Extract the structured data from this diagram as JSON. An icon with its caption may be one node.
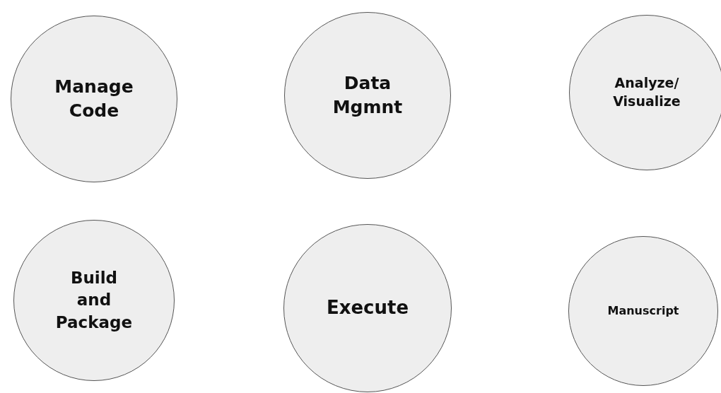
{
  "diagram": {
    "nodes": [
      {
        "text": [
          "Manage Code"
        ]
      },
      {
        "text": [
          "Data Mgmnt"
        ]
      },
      {
        "text": [
          "Analyze/ Visualize"
        ]
      },
      {
        "text": [
          "Build and Package"
        ]
      },
      {
        "text": [
          "Execute"
        ]
      },
      {
        "text": [
          "Manuscript"
        ]
      }
    ]
  }
}
